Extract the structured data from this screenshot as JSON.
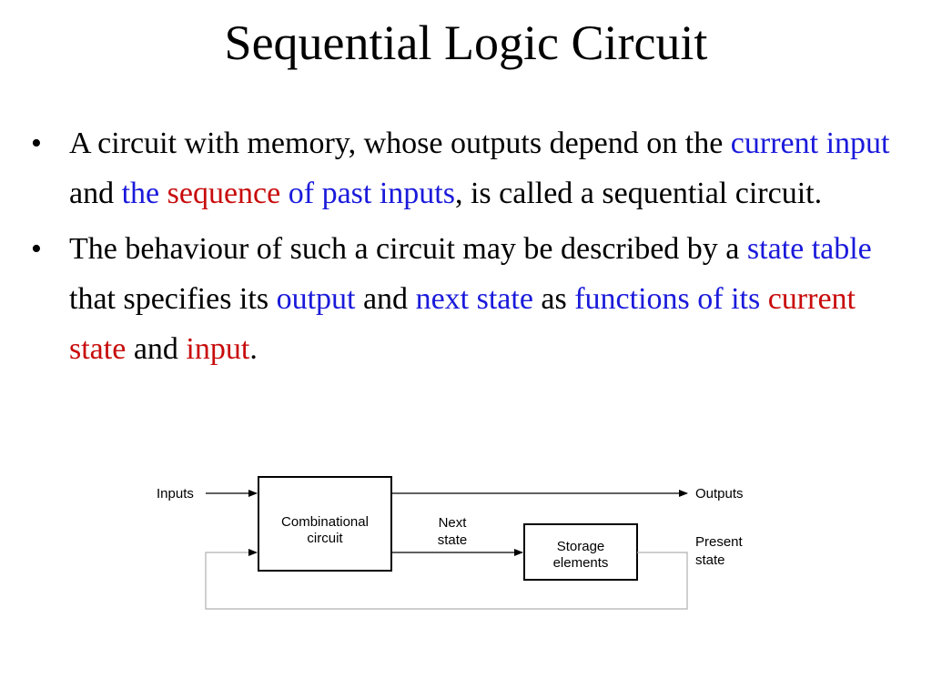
{
  "slide": {
    "title": "Sequential Logic Circuit",
    "bullet_marker": "•",
    "bullets": [
      {
        "runs": [
          {
            "text": "A circuit with memory, whose outputs depend on the ",
            "color": "black"
          },
          {
            "text": "current input",
            "color": "blue"
          },
          {
            "text": " and ",
            "color": "black"
          },
          {
            "text": "the ",
            "color": "blue"
          },
          {
            "text": "sequence",
            "color": "red"
          },
          {
            "text": " of past inputs",
            "color": "blue"
          },
          {
            "text": ", is called a sequential circuit.",
            "color": "black"
          }
        ]
      },
      {
        "runs": [
          {
            "text": "The behaviour of such a circuit may be described by a ",
            "color": "black"
          },
          {
            "text": "state table",
            "color": "blue"
          },
          {
            "text": " that specifies its ",
            "color": "black"
          },
          {
            "text": "output",
            "color": "blue"
          },
          {
            "text": " and ",
            "color": "black"
          },
          {
            "text": "next state",
            "color": "blue"
          },
          {
            "text": " as ",
            "color": "black"
          },
          {
            "text": "functions of its ",
            "color": "blue"
          },
          {
            "text": "current state",
            "color": "red"
          },
          {
            "text": " and ",
            "color": "black"
          },
          {
            "text": "input",
            "color": "red"
          },
          {
            "text": ".",
            "color": "black"
          }
        ]
      }
    ]
  },
  "diagram": {
    "inputs_label": "Inputs",
    "outputs_label": "Outputs",
    "combinational_line1": "Combinational",
    "combinational_line2": "circuit",
    "next_state_line1": "Next",
    "next_state_line2": "state",
    "storage_line1": "Storage",
    "storage_line2": "elements",
    "present_state_line1": "Present",
    "present_state_line2": "state"
  },
  "colors": {
    "blue": "#1a1adb",
    "red": "#c80b0b",
    "black": "#000000",
    "feedback_line": "#b0b0b0"
  }
}
